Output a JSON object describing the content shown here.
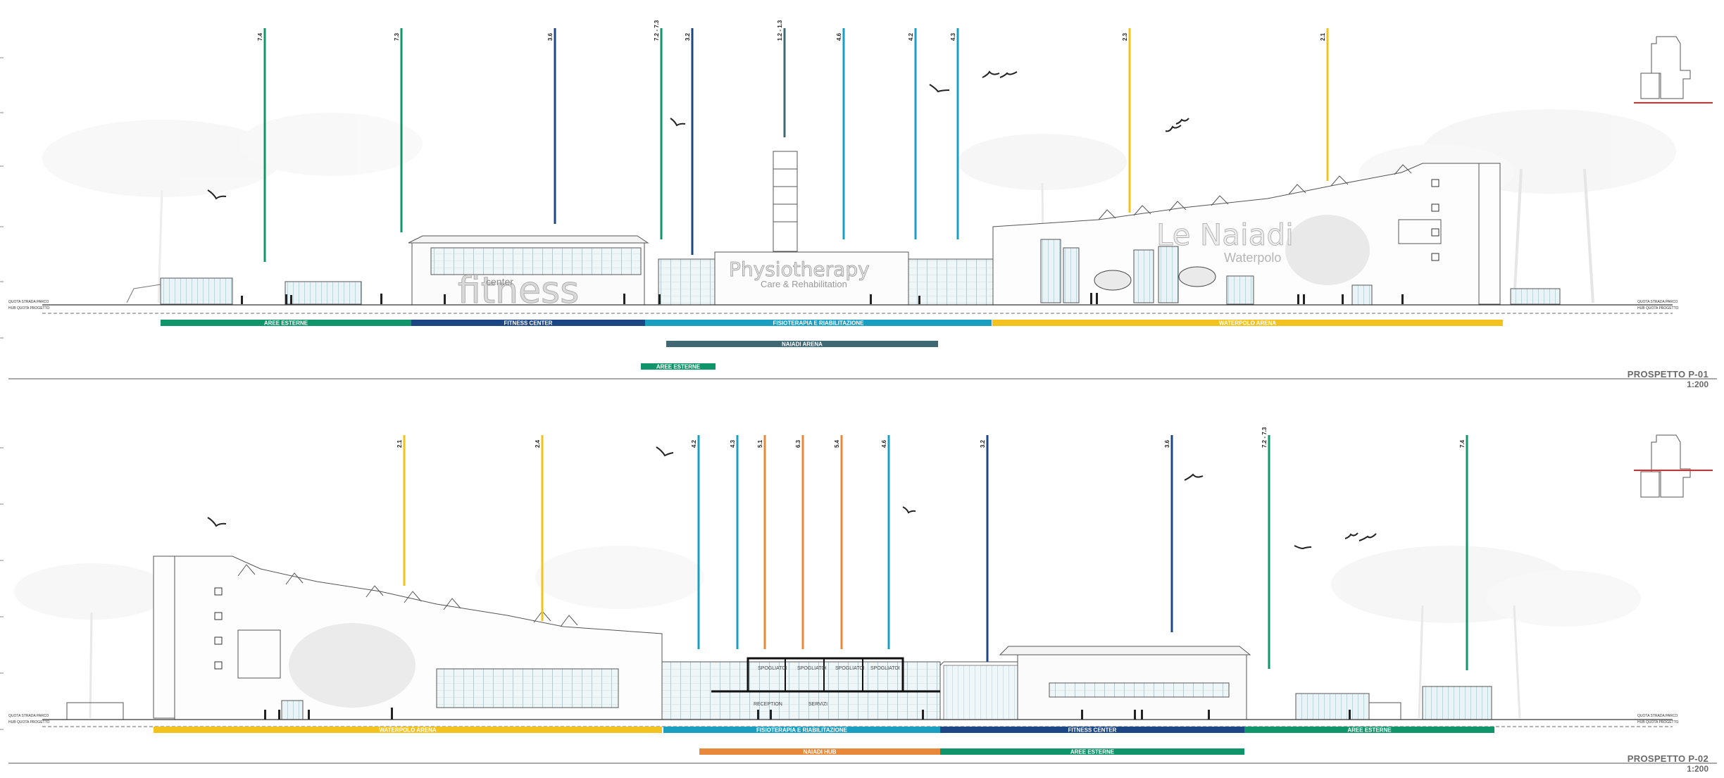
{
  "colors": {
    "green": "#10956a",
    "navy": "#1c4684",
    "teal": "#1a9fc1",
    "cyan": "#1a9fc1",
    "orange": "#e8883a",
    "yellow": "#f2c21f",
    "slate": "#3f6774",
    "line": "#5a5a5a"
  },
  "elevations": [
    {
      "title": "PROSPETTO P-01",
      "scale": "1:200",
      "ground_labels_left": [
        "QUOTA STRADA PARCO",
        "HUB QUOTA PROGETTO"
      ],
      "ground_labels_right": [
        "QUOTA STRADA PARCO",
        "HUB QUOTA PROGETTO"
      ],
      "building_signs": [
        "Physiotherapy",
        "Care & Rehabilitation",
        "fitness",
        "center",
        "Le Naiadi",
        "Waterpolo"
      ],
      "markers": [
        {
          "label": "7.4",
          "color": "green"
        },
        {
          "label": "7.3",
          "color": "green"
        },
        {
          "label": "3.6",
          "color": "navy"
        },
        {
          "label": "7.2 - 7.3",
          "color": "green"
        },
        {
          "label": "3.2",
          "color": "navy"
        },
        {
          "label": "1.2 - 1.3",
          "color": "slate"
        },
        {
          "label": "4.6",
          "color": "teal"
        },
        {
          "label": "4.2",
          "color": "teal"
        },
        {
          "label": "4.3",
          "color": "teal"
        },
        {
          "label": "2.3",
          "color": "yellow"
        },
        {
          "label": "2.1",
          "color": "yellow"
        }
      ],
      "zones": [
        {
          "label": "AREE ESTERNE",
          "color": "green"
        },
        {
          "label": "FITNESS CENTER",
          "color": "navy"
        },
        {
          "label": "FISIOTERAPIA E RIABILITAZIONE",
          "color": "teal"
        },
        {
          "label": "WATERPOLO ARENA",
          "color": "yellow"
        },
        {
          "label": "NAIADI ARENA",
          "color": "slate"
        },
        {
          "label": "AREE ESTERNE",
          "color": "green"
        }
      ]
    },
    {
      "title": "PROSPETTO P-02",
      "scale": "1:200",
      "ground_labels_left": [
        "QUOTA STRADA PARCO",
        "HUB QUOTA PROGETTO"
      ],
      "ground_labels_right": [
        "QUOTA STRADA PARCO",
        "HUB QUOTA PROGETTO"
      ],
      "building_signs": [
        "SPOGLIATOI",
        "SPOGLIATOI",
        "SPOGLIATOI",
        "SPOGLIATOI",
        "RECEPTION",
        "SERVIZI"
      ],
      "markers": [
        {
          "label": "2.1",
          "color": "yellow"
        },
        {
          "label": "2.4",
          "color": "yellow"
        },
        {
          "label": "4.2",
          "color": "teal"
        },
        {
          "label": "4.3",
          "color": "teal"
        },
        {
          "label": "5.1",
          "color": "orange"
        },
        {
          "label": "6.3",
          "color": "orange"
        },
        {
          "label": "5.4",
          "color": "orange"
        },
        {
          "label": "4.6",
          "color": "teal"
        },
        {
          "label": "3.2",
          "color": "navy"
        },
        {
          "label": "3.6",
          "color": "navy"
        },
        {
          "label": "7.2 - 7.3",
          "color": "green"
        },
        {
          "label": "7.4",
          "color": "green"
        }
      ],
      "zones": [
        {
          "label": "WATERPOLO ARENA",
          "color": "yellow"
        },
        {
          "label": "FISIOTERAPIA E RIABILITAZIONE",
          "color": "teal"
        },
        {
          "label": "FITNESS CENTER",
          "color": "navy"
        },
        {
          "label": "AREE ESTERNE",
          "color": "green"
        },
        {
          "label": "NAIADI HUB",
          "color": "orange"
        },
        {
          "label": "AREE ESTERNE",
          "color": "green"
        }
      ]
    }
  ]
}
